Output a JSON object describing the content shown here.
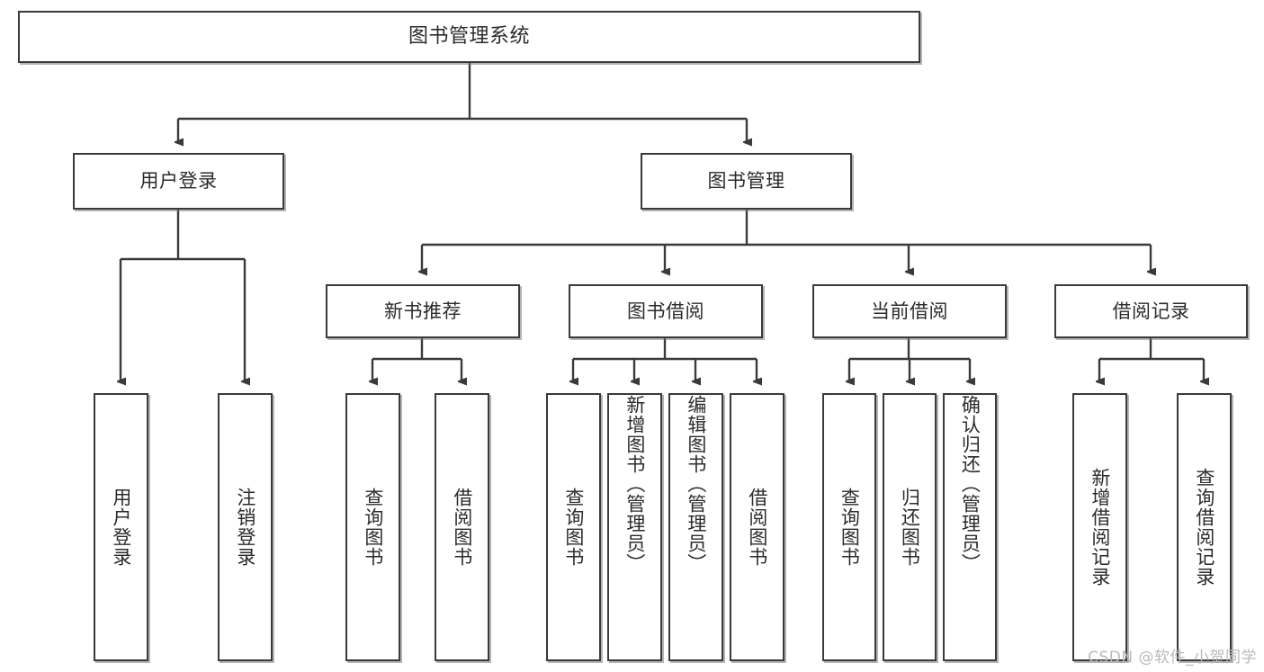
{
  "diagram": {
    "title": "图书管理系统",
    "type": "tree",
    "orientation": "top-down",
    "colors": {
      "box_border": "#3a3a3a",
      "box_fill": "#ffffff",
      "edge": "#3a3a3a",
      "text": "#2b2b2b",
      "watermark": "#b9b9b9",
      "background": "#ffffff"
    },
    "root": {
      "label": "图书管理系统"
    },
    "level2": [
      {
        "label": "用户登录"
      },
      {
        "label": "图书管理"
      }
    ],
    "level3": [
      {
        "label": "新书推荐"
      },
      {
        "label": "图书借阅"
      },
      {
        "label": "当前借阅"
      },
      {
        "label": "借阅记录"
      }
    ],
    "leaves": {
      "user_login": [
        {
          "label": "用户登录"
        },
        {
          "label": "注销登录"
        }
      ],
      "new_book": [
        {
          "label": "查询图书"
        },
        {
          "label": "借阅图书"
        }
      ],
      "book_borrow": [
        {
          "label": "查询图书"
        },
        {
          "label": "新增图书（管理员）"
        },
        {
          "label": "编辑图书（管理员）"
        },
        {
          "label": "借阅图书"
        }
      ],
      "current_borrow": [
        {
          "label": "查询图书"
        },
        {
          "label": "归还图书"
        },
        {
          "label": "确认归还（管理员）"
        }
      ],
      "borrow_record": [
        {
          "label": "新增借阅记录"
        },
        {
          "label": "查询借阅记录"
        }
      ]
    }
  },
  "watermark": {
    "text": "CSDN @软件_小贺同学"
  }
}
